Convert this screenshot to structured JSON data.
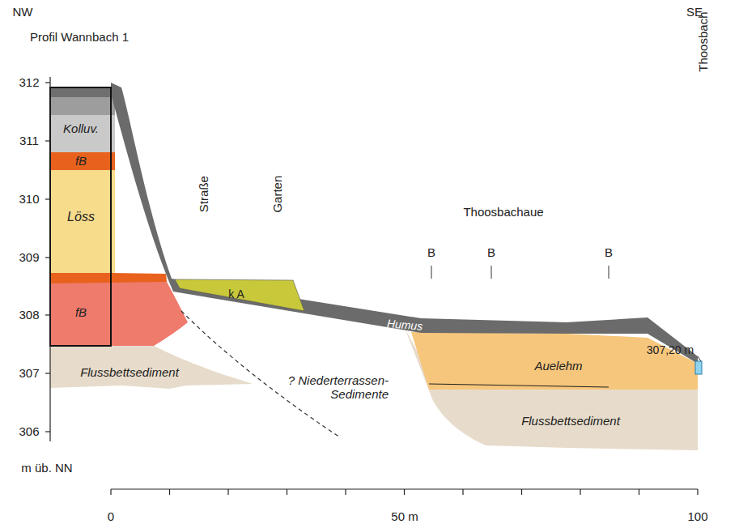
{
  "diagram": {
    "labels": [
      "NW",
      "SE",
      "Profil Wannbach 1",
      "312",
      "311",
      "310",
      "309",
      "308",
      "307",
      "306",
      "m üb. NN",
      "Kolluv.",
      "fB",
      "Löss",
      "fB",
      "Flussbettsediment",
      "Straße",
      "Garten",
      "Thoosbachaue",
      "B",
      "B",
      "B",
      "Thoosbach",
      "k A",
      "Humus",
      "307,20 m",
      "? Niederterrassen- Sedimente",
      "Auelehm",
      "Flussbettsediment",
      "0",
      "50 m",
      "100"
    ]
  }
}
